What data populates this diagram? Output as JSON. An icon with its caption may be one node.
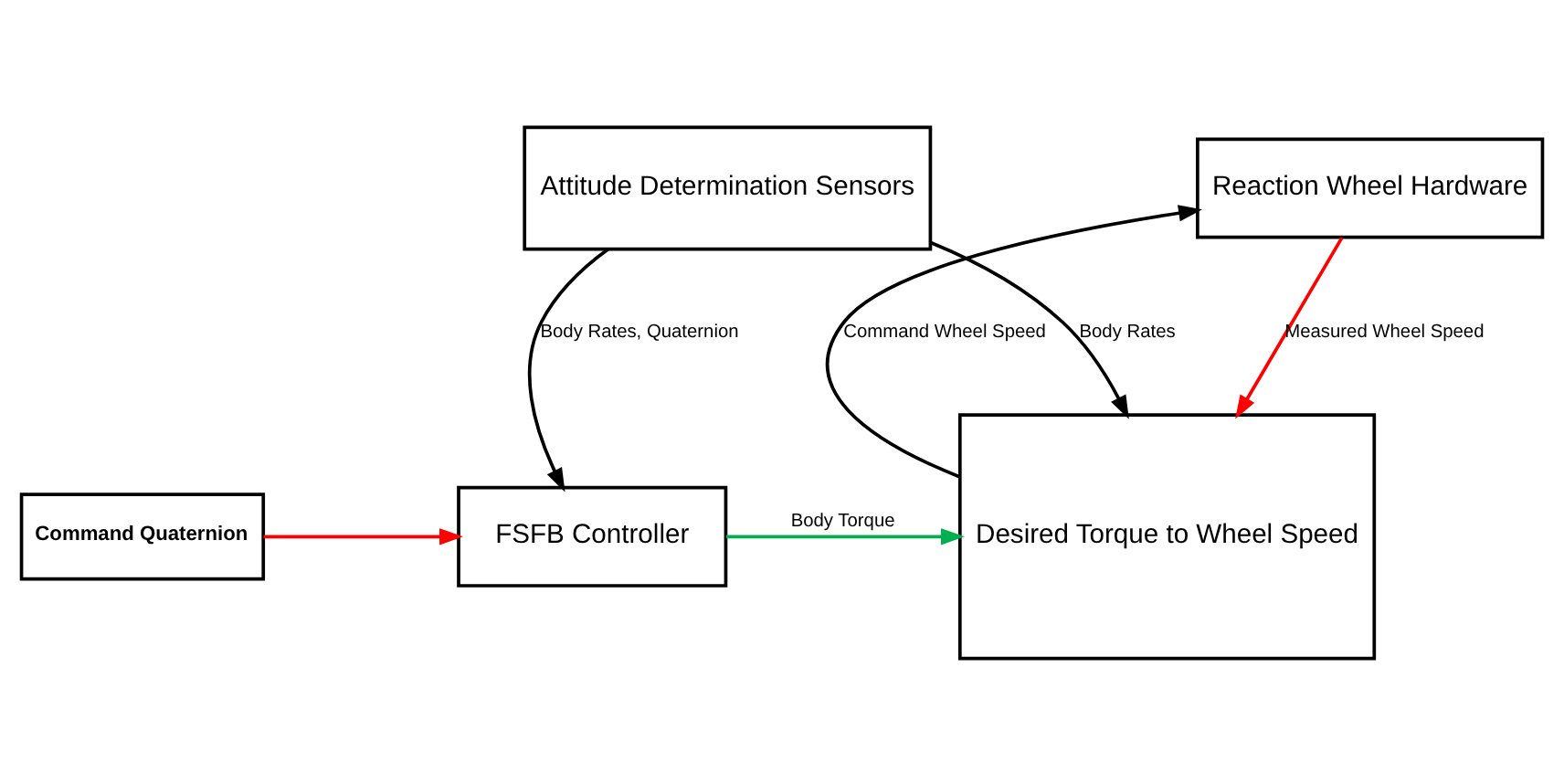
{
  "diagram": {
    "nodes": [
      {
        "text": [
          "Reaction Wheel Hardware"
        ]
      },
      {
        "text": [
          "Attitude Determination Sensors"
        ]
      },
      {
        "text": [
          "Desired Torque to Wheel Speed"
        ]
      },
      {
        "text": [
          "FSFB Controller"
        ]
      },
      {
        "text": [
          "Command Quaternion"
        ]
      }
    ],
    "edges": [
      {
        "from": 2,
        "to": 0,
        "arrow": "to",
        "label": "Command Wheel Speed"
      },
      {
        "from": 0,
        "to": 2,
        "arrow": "to",
        "label": "Measured Wheel Speed",
        "color": "#ff0000"
      },
      {
        "from": 1,
        "to": 2,
        "arrow": "to",
        "label": "Body Rates"
      },
      {
        "from": 1,
        "to": 3,
        "arrow": "to",
        "label": "Body Rates, Quaternion"
      },
      {
        "from": 3,
        "to": 2,
        "arrow": "to",
        "label": "Body Torque",
        "color": "#00b050"
      },
      {
        "from": 4,
        "to": 3,
        "arrow": "to",
        "color": "#ff0000"
      }
    ]
  }
}
